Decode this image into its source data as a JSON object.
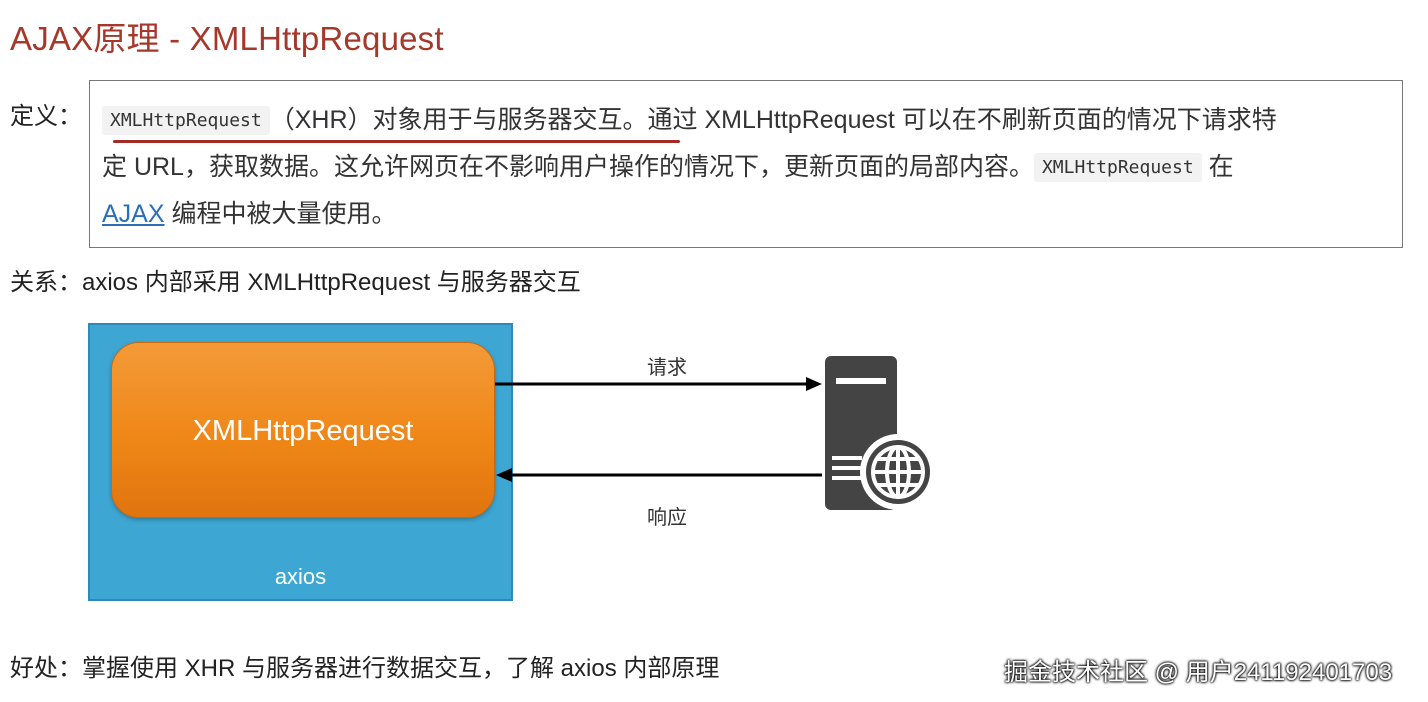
{
  "title": "AJAX原理 - XMLHttpRequest",
  "definition": {
    "label": "定义：",
    "line1": {
      "code": "XMLHttpRequest",
      "text": "（XHR）对象用于与服务器交互。通过 XMLHttpRequest 可以在不刷新页面的情况下请求特"
    },
    "line2": {
      "text": "定 URL，获取数据。这允许网页在不影响用户操作的情况下，更新页面的局部内容。",
      "code": "XMLHttpRequest",
      "tail": " 在"
    },
    "line3": {
      "link": "AJAX",
      "text": " 编程中被大量使用。"
    }
  },
  "relation": "关系：axios 内部采用 XMLHttpRequest 与服务器交互",
  "diagram": {
    "outer_label": "axios",
    "inner_label": "XMLHttpRequest",
    "request_label": "请求",
    "response_label": "响应",
    "server_icon": "server-globe-icon"
  },
  "benefit": "好处：掌握使用 XHR 与服务器进行数据交互，了解 axios 内部原理",
  "watermark": "掘金技术社区 @ 用户241192401703",
  "colors": {
    "title": "#a5382b",
    "axios_box": "#3ea6d2",
    "xhr_box": "#ef8717",
    "link": "#2a6fb7",
    "server": "#444444"
  }
}
